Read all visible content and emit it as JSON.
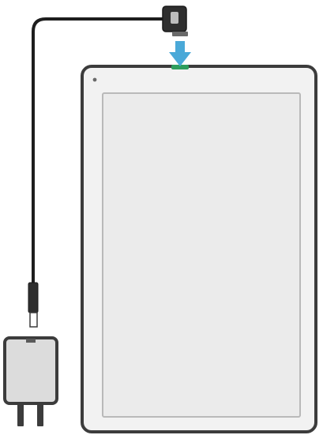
{
  "diagram": {
    "type": "device-charging-illustration",
    "parts": [
      "wall-charger",
      "usb-cable",
      "usb-connector",
      "insert-arrow",
      "tablet"
    ]
  },
  "colors": {
    "background": "#ffffff",
    "outline": "#3c3c3c",
    "device_body": "#f2f2f2",
    "screen": "#ebebeb",
    "screen_border": "#b9b9b9",
    "cable": "#1e1e1e",
    "charger_body": "#dcdcdc",
    "arrow": "#4aa9d8",
    "port_indicator": "#2e9e5e"
  },
  "icons": [
    "plug-adapter-icon",
    "usb-connector-icon",
    "down-arrow-icon",
    "tablet-icon"
  ]
}
